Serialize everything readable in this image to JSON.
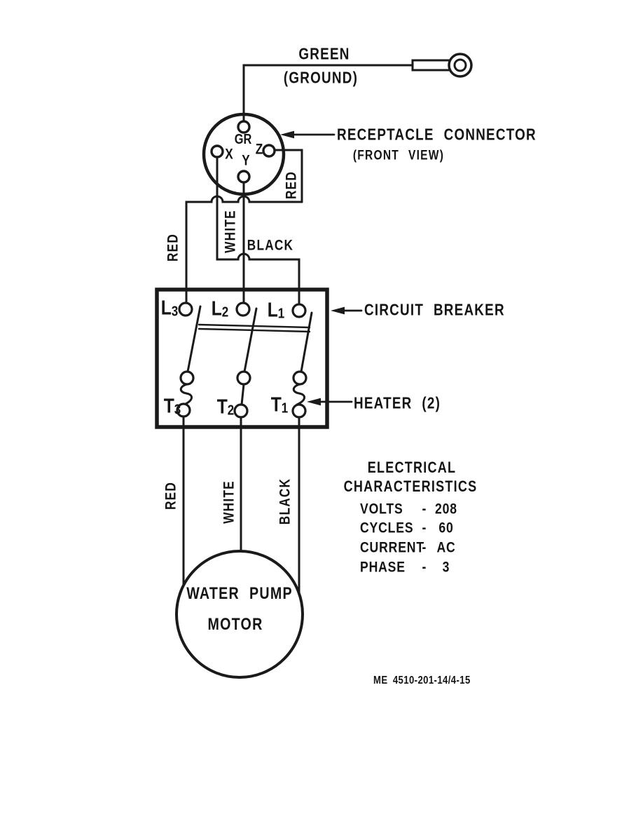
{
  "figure": {
    "number": "ME 4510-201-14/4-15"
  },
  "ground_wire": {
    "name_line": "GREEN",
    "qualifier_line": "(GROUND)"
  },
  "receptacle": {
    "label": "RECEPTACLE CONNECTOR",
    "view_label": "(FRONT VIEW)",
    "pin_top": "GR",
    "pin_left": "X",
    "pin_bottom": "Y",
    "pin_right": "Z"
  },
  "wire_labels": {
    "receptacle_red": "RED",
    "feed_red": "RED",
    "feed_white": "WHITE",
    "feed_black": "BLACK",
    "load_red": "RED",
    "load_white": "WHITE",
    "load_black": "BLACK"
  },
  "breaker": {
    "label": "CIRCUIT BREAKER",
    "heater_label": "HEATER (2)",
    "line_terminals": [
      {
        "letter": "L",
        "subscript": "3"
      },
      {
        "letter": "L",
        "subscript": "2"
      },
      {
        "letter": "L",
        "subscript": "1"
      }
    ],
    "load_terminals": [
      {
        "letter": "T",
        "subscript": "3"
      },
      {
        "letter": "T",
        "subscript": "2"
      },
      {
        "letter": "T",
        "subscript": "1"
      }
    ]
  },
  "motor": {
    "name_line1": "WATER PUMP",
    "name_line2": "MOTOR"
  },
  "characteristics": {
    "title_line1": "ELECTRICAL",
    "title_line2": "CHARACTERISTICS",
    "rows": [
      {
        "name": "VOLTS",
        "sep": "-",
        "value": "208"
      },
      {
        "name": "CYCLES",
        "sep": "-",
        "value": "60"
      },
      {
        "name": "CURRENT",
        "sep": "-",
        "value": "AC"
      },
      {
        "name": "PHASE",
        "sep": "-",
        "value": "3"
      }
    ]
  },
  "colors": {
    "ink": "#1a1a1a",
    "paper": "#ffffff"
  }
}
